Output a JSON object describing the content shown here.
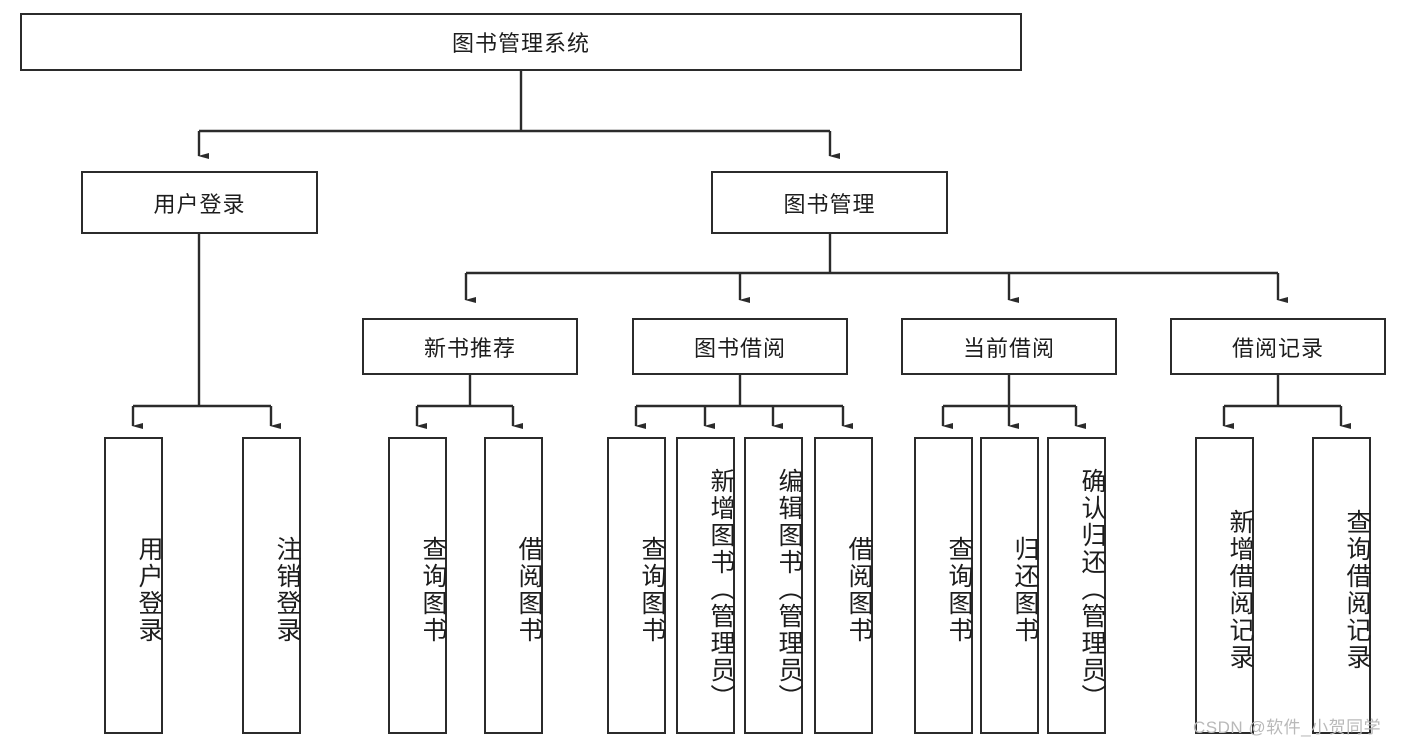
{
  "diagram": {
    "title": "图书管理系统",
    "type": "tree",
    "root": {
      "label": "图书管理系统",
      "children": [
        {
          "label": "用户登录",
          "children": [
            {
              "label": "用户登录"
            },
            {
              "label": "注销登录"
            }
          ]
        },
        {
          "label": "图书管理",
          "children": [
            {
              "label": "新书推荐",
              "children": [
                {
                  "label": "查询图书"
                },
                {
                  "label": "借阅图书"
                }
              ]
            },
            {
              "label": "图书借阅",
              "children": [
                {
                  "label": "查询图书"
                },
                {
                  "label": "新增图书（管理员）"
                },
                {
                  "label": "编辑图书（管理员）"
                },
                {
                  "label": "借阅图书"
                }
              ]
            },
            {
              "label": "当前借阅",
              "children": [
                {
                  "label": "查询图书"
                },
                {
                  "label": "归还图书"
                },
                {
                  "label": "确认归还（管理员）"
                }
              ]
            },
            {
              "label": "借阅记录",
              "children": [
                {
                  "label": "新增借阅记录"
                },
                {
                  "label": "查询借阅记录"
                }
              ]
            }
          ]
        }
      ]
    }
  },
  "nodes": {
    "root": "图书管理系统",
    "user_login": "用户登录",
    "book_manage": "图书管理",
    "new_book_rec": "新书推荐",
    "book_borrow": "图书借阅",
    "current_borrow": "当前借阅",
    "borrow_record": "借阅记录",
    "leaf_user_login": "用户登录",
    "leaf_logout": "注销登录",
    "leaf_query_book_1": "查询图书",
    "leaf_borrow_book_1": "借阅图书",
    "leaf_query_book_2": "查询图书",
    "leaf_add_book_admin": "新增图书（管理员）",
    "leaf_edit_book_admin": "编辑图书（管理员）",
    "leaf_borrow_book_2": "借阅图书",
    "leaf_query_book_3": "查询图书",
    "leaf_return_book": "归还图书",
    "leaf_confirm_return_admin": "确认归还（管理员）",
    "leaf_add_record": "新增借阅记录",
    "leaf_query_record": "查询借阅记录"
  },
  "watermark": {
    "text": "CSDN @软件_小贺同学"
  },
  "colors": {
    "border": "#2b2b2b",
    "text": "#1d1d1d",
    "background": "#ffffff",
    "watermark": "#b9b9b9"
  }
}
